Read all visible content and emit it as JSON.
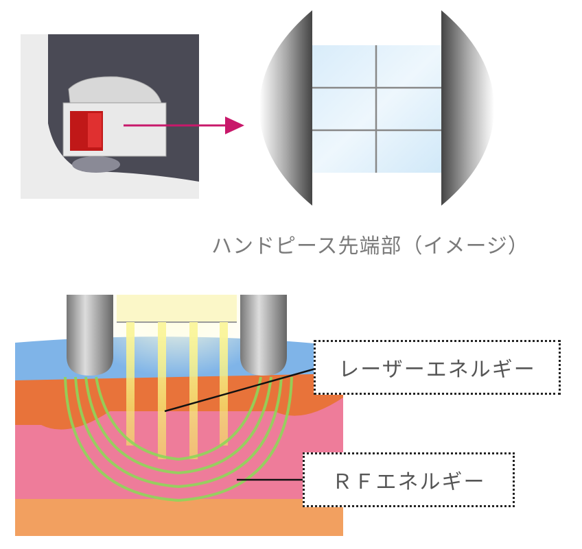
{
  "caption": "ハンドピース先端部（イメージ）",
  "labels": {
    "laser": "レーザーエネルギー",
    "rf": "ＲＦエネルギー"
  },
  "colors": {
    "arrow": "#c8186a",
    "skin_blue": "#7fb4e8",
    "cells": "#e8733a",
    "dermis": "#ee7c9a",
    "subcutis": "#f2a060",
    "laser_yellow": "#f6f08a",
    "rf_green": "#8fd65a"
  }
}
